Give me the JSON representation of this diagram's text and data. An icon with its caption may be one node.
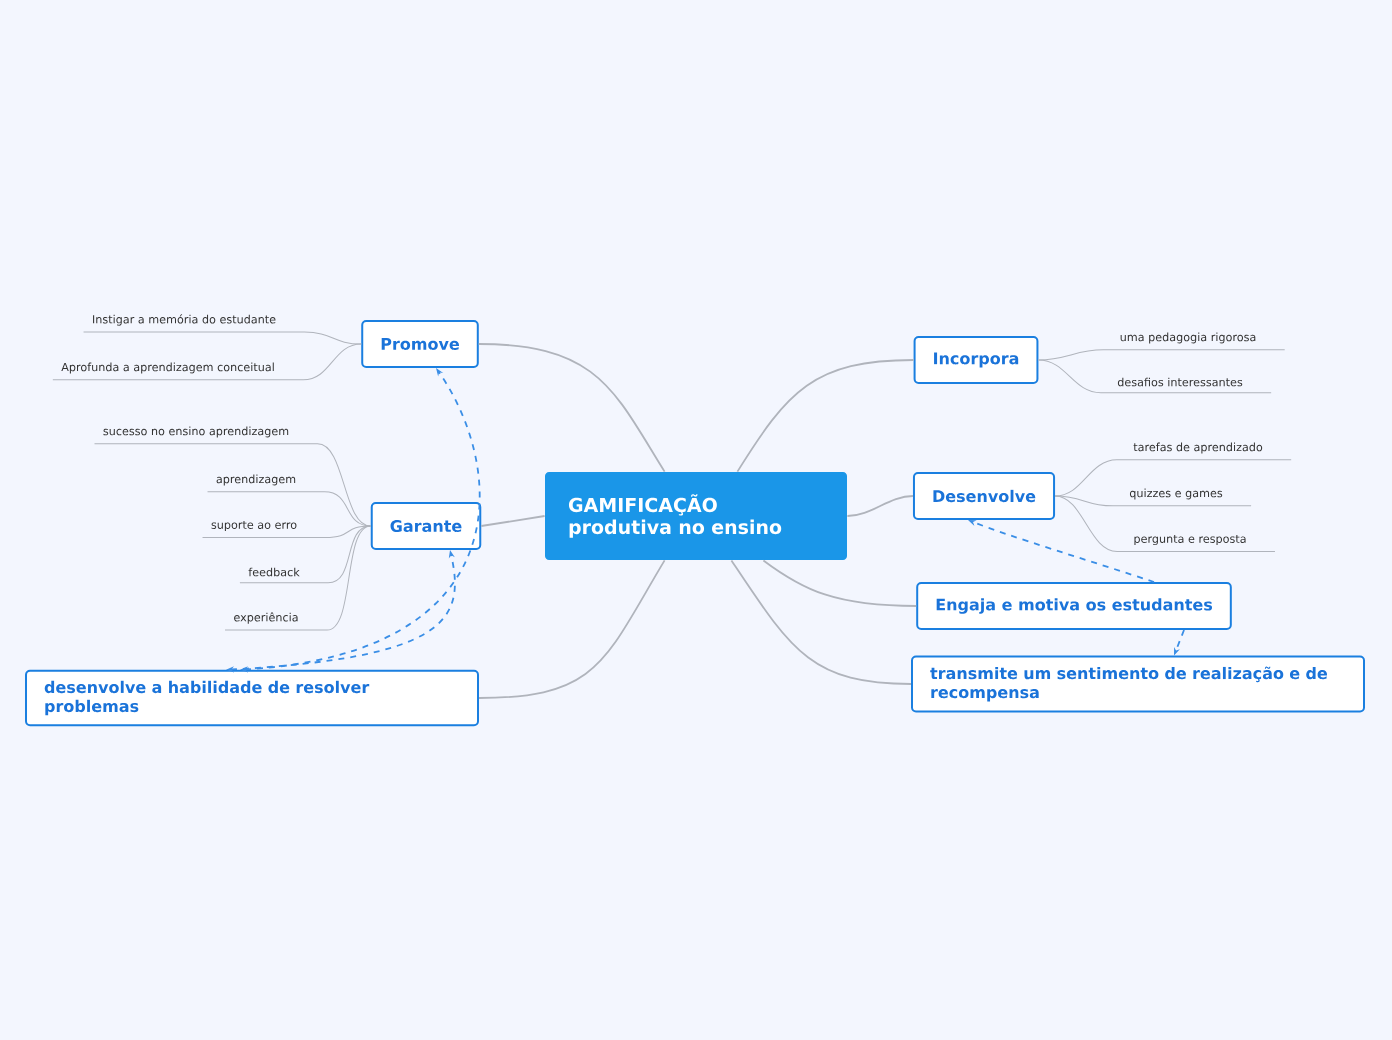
{
  "diagram": {
    "nodes": [
      {
        "text": [
          "GAMIFICAÇÃO produtiva no ensino"
        ]
      },
      {
        "text": [
          "Promove"
        ]
      },
      {
        "text": [
          "Instigar a memória do estudante"
        ]
      },
      {
        "text": [
          "Aprofunda a aprendizagem conceitual"
        ]
      },
      {
        "text": [
          "Garante"
        ]
      },
      {
        "text": [
          "sucesso no ensino aprendizagem"
        ]
      },
      {
        "text": [
          "aprendizagem"
        ]
      },
      {
        "text": [
          "suporte ao erro"
        ]
      },
      {
        "text": [
          "feedback"
        ]
      },
      {
        "text": [
          "experiência"
        ]
      },
      {
        "text": [
          "desenvolve a habilidade de resolver problemas"
        ]
      },
      {
        "text": [
          "Incorpora"
        ]
      },
      {
        "text": [
          "uma pedagogia rigorosa"
        ]
      },
      {
        "text": [
          "desafios interessantes"
        ]
      },
      {
        "text": [
          "Desenvolve"
        ]
      },
      {
        "text": [
          "tarefas de aprendizado"
        ]
      },
      {
        "text": [
          "quizzes e games"
        ]
      },
      {
        "text": [
          "pergunta e resposta"
        ]
      },
      {
        "text": [
          "Engaja e motiva os estudantes"
        ]
      },
      {
        "text": [
          "transmite um sentimento de realização e de recompensa"
        ]
      }
    ],
    "edges": [
      {
        "from": 0,
        "to": 1,
        "arrow": "none"
      },
      {
        "from": 1,
        "to": 2,
        "arrow": "none"
      },
      {
        "from": 1,
        "to": 3,
        "arrow": "none"
      },
      {
        "from": 0,
        "to": 4,
        "arrow": "none"
      },
      {
        "from": 4,
        "to": 5,
        "arrow": "none"
      },
      {
        "from": 4,
        "to": 6,
        "arrow": "none"
      },
      {
        "from": 4,
        "to": 7,
        "arrow": "none"
      },
      {
        "from": 4,
        "to": 8,
        "arrow": "none"
      },
      {
        "from": 4,
        "to": 9,
        "arrow": "none"
      },
      {
        "from": 0,
        "to": 10,
        "arrow": "none"
      },
      {
        "from": 0,
        "to": 11,
        "arrow": "none"
      },
      {
        "from": 11,
        "to": 12,
        "arrow": "none"
      },
      {
        "from": 11,
        "to": 13,
        "arrow": "none"
      },
      {
        "from": 0,
        "to": 14,
        "arrow": "none"
      },
      {
        "from": 14,
        "to": 15,
        "arrow": "none"
      },
      {
        "from": 14,
        "to": 16,
        "arrow": "none"
      },
      {
        "from": 14,
        "to": 17,
        "arrow": "none"
      },
      {
        "from": 0,
        "to": 18,
        "arrow": "none"
      },
      {
        "from": 0,
        "to": 19,
        "arrow": "none"
      },
      {
        "from": 10,
        "to": 1,
        "arrow": "both",
        "style": "dashed",
        "color": "#3a8ee6"
      },
      {
        "from": 10,
        "to": 4,
        "arrow": "both",
        "style": "dashed",
        "color": "#3a8ee6"
      },
      {
        "from": 18,
        "to": 14,
        "arrow": "to",
        "style": "dashed",
        "color": "#3a8ee6"
      },
      {
        "from": 18,
        "to": 19,
        "arrow": "to",
        "style": "dashed",
        "color": "#3a8ee6"
      }
    ]
  }
}
